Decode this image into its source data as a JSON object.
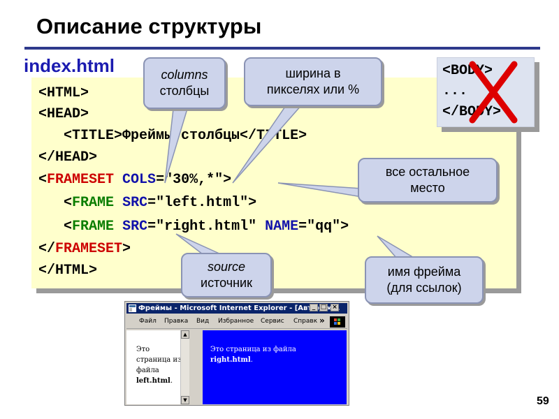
{
  "slide": {
    "title": "Описание структуры",
    "filename": "index.html",
    "page_number": "59"
  },
  "code": {
    "line1": "<HTML>",
    "line2": "<HEAD>",
    "line3_indent": "   ",
    "line3_text": "<TITLE>Фреймы-столбцы</TITLE>",
    "line4": "</HEAD>",
    "line5_open": "<",
    "line5_frameset": "FRAMESET",
    "line5_space": " ",
    "line5_cols": "COLS",
    "line5_value": "=\"30%,*\">",
    "line6_indent": "   ",
    "line6_open": "<",
    "line6_frame": "FRAME",
    "line6_space": " ",
    "line6_src": "SRC",
    "line6_value": "=\"left.html\">",
    "line7_indent": "   ",
    "line7_open": "<",
    "line7_frame": "FRAME",
    "line7_space": " ",
    "line7_src": "SRC",
    "line7_value": "=\"right.html\" ",
    "line7_name": "NAME",
    "line7_name_value": "=\"qq\">",
    "line8_open": "</",
    "line8_frameset": "FRAMESET",
    "line8_close": ">",
    "line9": "</HTML>"
  },
  "body_box": {
    "line1": "<BODY>",
    "line2": "...",
    "line3": "</BODY>"
  },
  "callouts": {
    "columns_en": "columns",
    "columns_ru": "столбцы",
    "width_line1": "ширина в",
    "width_line2": "пикселях или %",
    "rest_line1": "все остальное",
    "rest_line2": "место",
    "source_en": "source",
    "source_ru": "источник",
    "name_line1": "имя фрейма",
    "name_line2": "(для ссылок)"
  },
  "browser": {
    "title": "Фреймы - Microsoft Internet Explorer - [Автоном...",
    "menu": [
      "Файл",
      "Правка",
      "Вид",
      "Избранное",
      "Сервис",
      "Справк"
    ],
    "menu_more": "»",
    "left_text": "Это страница из файла",
    "left_file": "left.html",
    "left_dot": ".",
    "right_text": "Это страница из файла",
    "right_file": "right.html",
    "right_dot": ".",
    "minimize": "_",
    "maximize": "□",
    "close": "×",
    "scroll_up": "▲",
    "scroll_down": "▼"
  },
  "icons": {
    "cross": "red-x-icon",
    "browser_logo": "windows-logo-icon",
    "app_icon": "ie-icon"
  },
  "colors": {
    "cross": "#dd0000",
    "keyword_red": "#cc0000",
    "keyword_green": "#0a7d00",
    "keyword_blue": "#1111aa",
    "code_background": "#ffffcc",
    "callout_fill": "#cdd4eb",
    "right_frame": "#0000ff"
  }
}
